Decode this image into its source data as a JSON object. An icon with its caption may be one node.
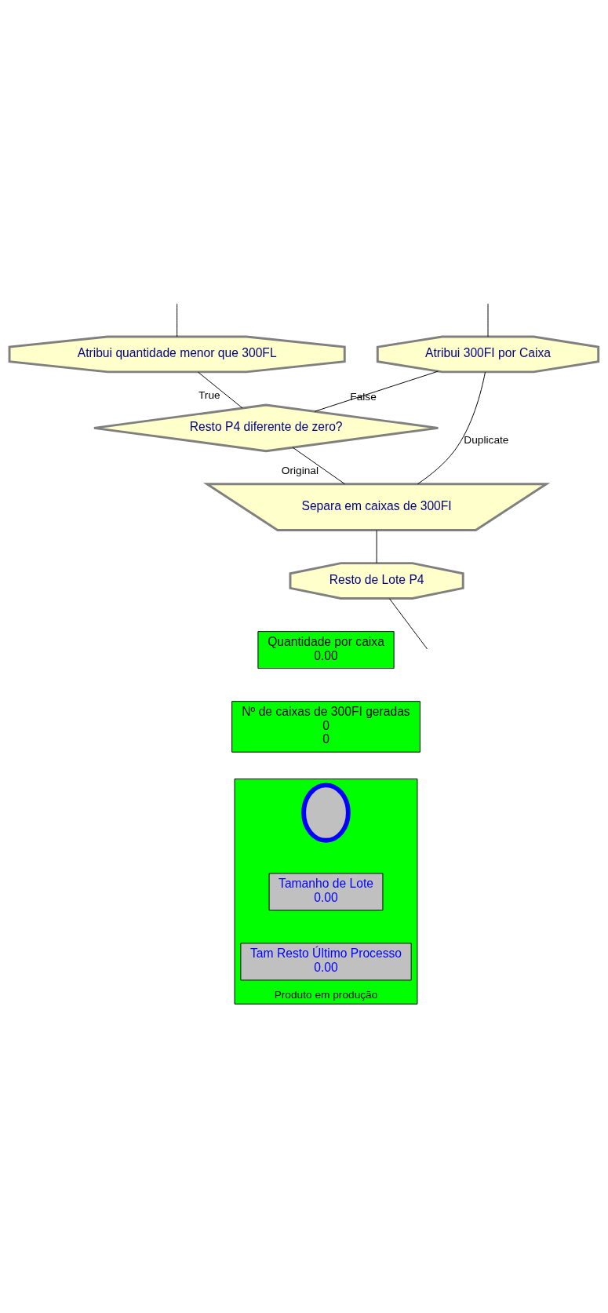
{
  "diagram": {
    "nodes": [
      {
        "text": [
          "Resto de Lote P4"
        ]
      },
      {
        "text": [
          "Separa em caixas de 300FI"
        ]
      },
      {
        "text": [
          "Resto P4 diferente de zero?"
        ]
      },
      {
        "text": [
          "Atribui quantidade menor que 300FL"
        ]
      },
      {
        "text": [
          "Atribui 300FI por Caixa"
        ]
      },
      {
        "text": [
          "Quantidade por caixa",
          "0.00"
        ]
      },
      {
        "text": [
          "Nº de caixas de 300FI geradas",
          "0",
          "0"
        ]
      },
      {
        "text": [
          "Produto em produção"
        ]
      },
      {
        "text": [],
        "shape": "circle",
        "in": 7
      },
      {
        "text": [
          "Tamanho de Lote",
          "0.00"
        ],
        "in": 7
      },
      {
        "text": [
          "Tam Resto Último Processo",
          "0.00"
        ],
        "in": 7
      }
    ],
    "edges": [
      {
        "from": null,
        "to": 0,
        "arrow": "none"
      },
      {
        "from": 0,
        "to": 1,
        "arrow": "none"
      },
      {
        "from": 1,
        "to": 2,
        "arrow": "none",
        "label": "Original"
      },
      {
        "from": 1,
        "to": 4,
        "arrow": "none",
        "label": "Duplicate"
      },
      {
        "from": 2,
        "to": 3,
        "arrow": "none",
        "label": "True"
      },
      {
        "from": 2,
        "to": 4,
        "arrow": "none",
        "label": "False"
      },
      {
        "from": 3,
        "to": null,
        "arrow": "none"
      },
      {
        "from": 4,
        "to": null,
        "arrow": "none"
      }
    ]
  }
}
